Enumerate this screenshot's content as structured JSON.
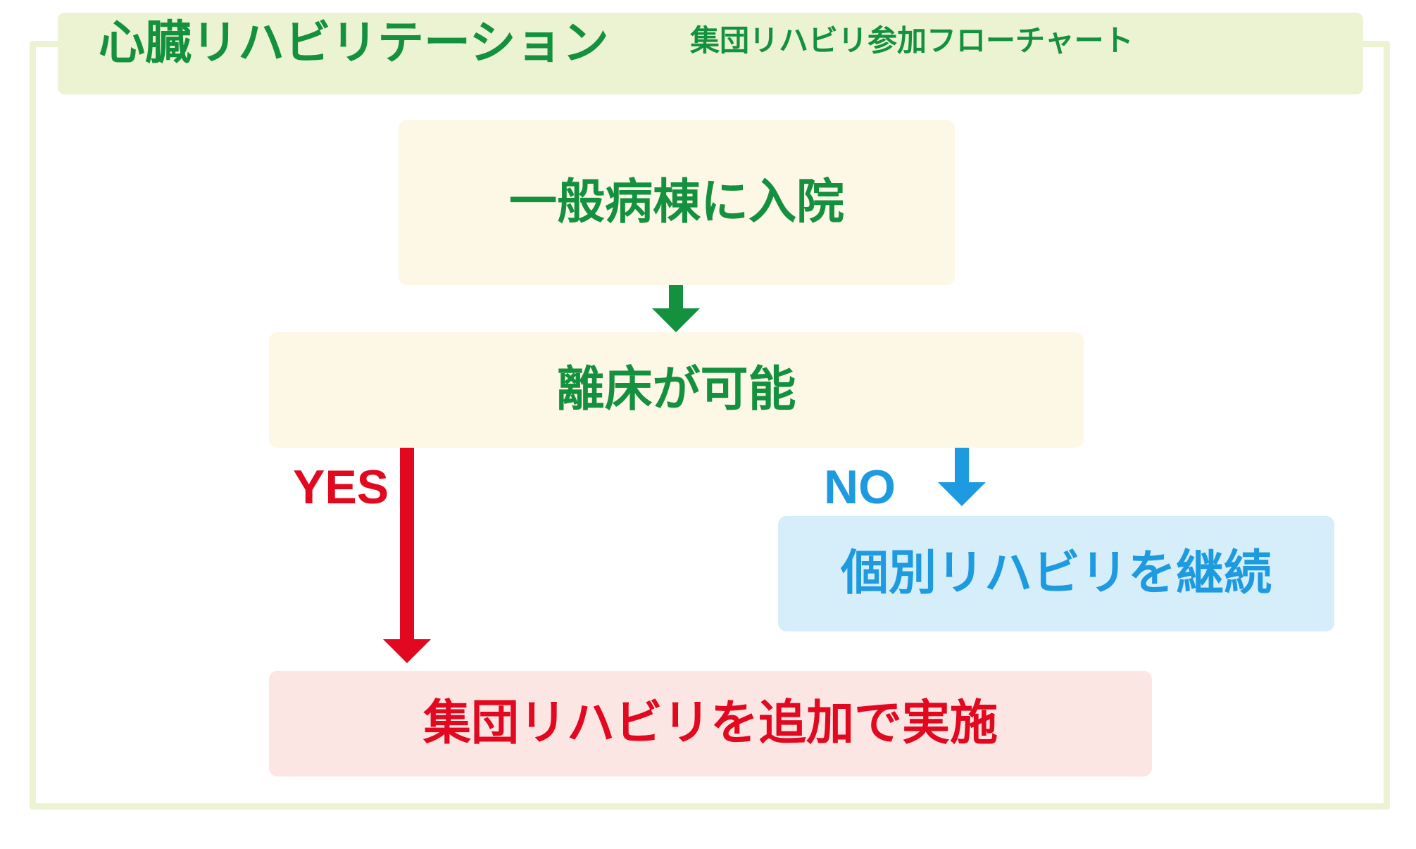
{
  "header": {
    "title": "心臓リハビリテーション",
    "subtitle": "集団リハビリ参加フローチャート"
  },
  "nodes": {
    "admit": "一般病棟に入院",
    "ambulate": "離床が可能",
    "individual": "個別リハビリを継続",
    "group": "集団リハビリを追加で実施"
  },
  "branches": {
    "yes": "YES",
    "no": "NO"
  },
  "colors": {
    "green": "#14913e",
    "red": "#e1081f",
    "blue": "#1e9be0",
    "header_bg": "#ecf3d2",
    "cream": "#fdf7e6",
    "light_blue": "#d5eefa",
    "light_red": "#fce6e3"
  }
}
